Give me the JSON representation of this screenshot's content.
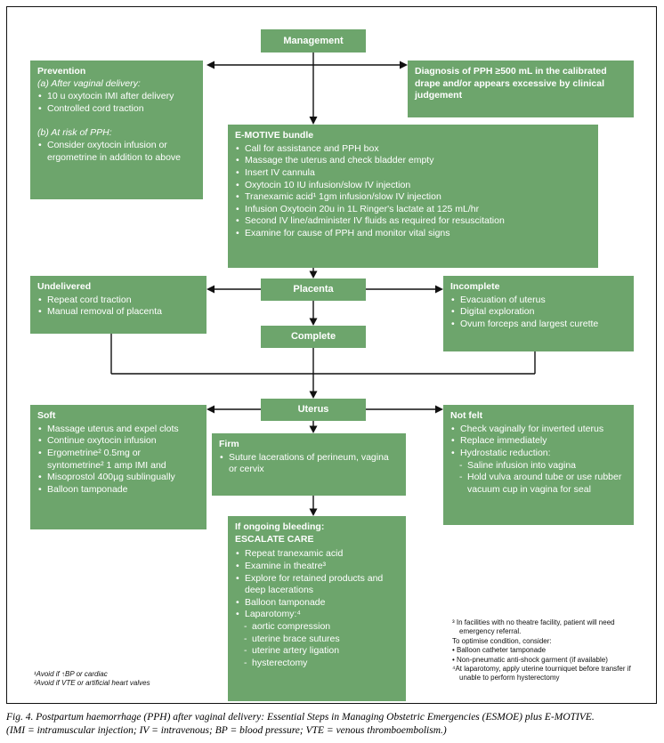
{
  "colors": {
    "box_green": "#6da56c",
    "line_black": "#111111"
  },
  "nodes": {
    "management": {
      "label": "Management"
    },
    "prevention": {
      "title": "Prevention",
      "section_a_heading": "(a) After vaginal delivery:",
      "section_a_items": [
        "10 u oxytocin IMI after delivery",
        "Controlled cord traction"
      ],
      "section_b_heading": "(b) At risk of PPH:",
      "section_b_items": [
        "Consider oxytocin infusion or ergometrine in addition to above"
      ]
    },
    "diagnosis": {
      "text": "Diagnosis of PPH ≥500 mL in the calibrated drape and/or appears excessive by clinical judgement"
    },
    "emotive": {
      "title": "E-MOTIVE bundle",
      "items": [
        "Call for assistance and PPH box",
        "Massage the uterus and check bladder empty",
        "Insert IV cannula",
        "Oxytocin 10 IU infusion/slow IV injection",
        "Tranexamic acid¹ 1gm infusion/slow IV injection",
        "Infusion Oxytocin 20u in 1L Ringer's lactate at 125 mL/hr",
        "Second IV line/administer IV fluids as required for resuscitation",
        "Examine for cause of PPH and monitor vital signs"
      ]
    },
    "placenta": {
      "label": "Placenta"
    },
    "undelivered": {
      "title": "Undelivered",
      "items": [
        "Repeat cord traction",
        "Manual removal of placenta"
      ]
    },
    "incomplete": {
      "title": "Incomplete",
      "items": [
        "Evacuation of uterus",
        "Digital exploration",
        "Ovum forceps and largest curette"
      ]
    },
    "complete": {
      "label": "Complete"
    },
    "uterus": {
      "label": "Uterus"
    },
    "soft": {
      "title": "Soft",
      "items": [
        "Massage uterus and expel clots",
        "Continue oxytocin infusion",
        "Ergometrine² 0.5mg or syntometrine² 1 amp IMI and",
        "Misoprostol 400µg sublingually",
        "Balloon tamponade"
      ]
    },
    "not_felt": {
      "title": "Not felt",
      "items": [
        "Check vaginally for inverted uterus",
        "Replace immediately",
        "Hydrostatic reduction:"
      ],
      "sub_items": [
        "Saline infusion into vagina",
        "Hold vulva around tube or use rubber vacuum cup in vagina for seal"
      ]
    },
    "firm": {
      "title": "Firm",
      "items": [
        "Suture lacerations of perineum, vagina or cervix"
      ]
    },
    "escalate": {
      "heading1": "If ongoing bleeding:",
      "heading2": "ESCALATE CARE",
      "items": [
        "Repeat tranexamic acid",
        "Examine in theatre³",
        "Explore for retained products and deep lacerations",
        "Balloon tamponade",
        "Laparotomy:⁴"
      ],
      "sub_items": [
        "aortic compression",
        "uterine brace sutures",
        "uterine artery ligation",
        "hysterectomy"
      ]
    }
  },
  "footnotes": {
    "left": [
      "¹Avoid if ↑BP or cardiac",
      "²Avoid if VTE or artificial heart valves"
    ],
    "right": [
      "³ In facilities with no theatre facility, patient will need emergency referral.",
      "To optimise condition, consider:",
      "• Balloon catheter tamponade",
      "• Non-pneumatic anti-shock garment (if available)",
      "⁴At laparotomy, apply uterine tourniquet before transfer if unable to perform hysterectomy"
    ]
  },
  "caption": {
    "line1": "Fig. 4. Postpartum haemorrhage (PPH) after vaginal delivery: Essential Steps in Managing Obstetric Emergencies (ESMOE) plus E-MOTIVE.",
    "line2": "(IMI = intramuscular injection; IV = intravenous; BP = blood pressure; VTE = venous thromboembolism.)"
  }
}
